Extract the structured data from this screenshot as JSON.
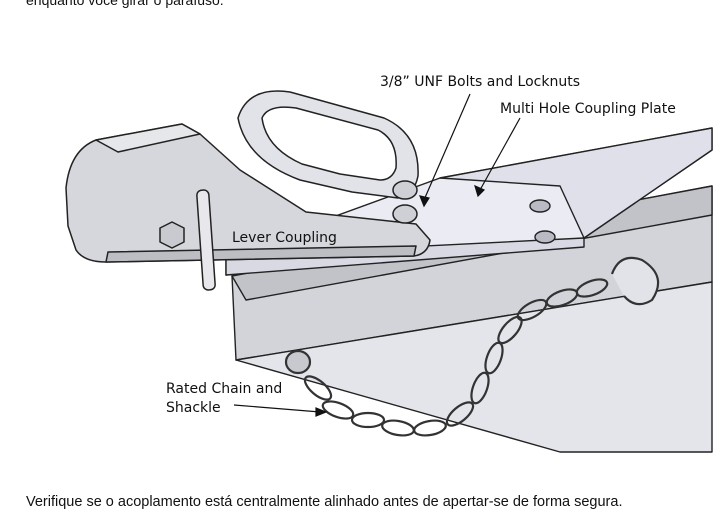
{
  "top_caption": "enquanto você girar o parafuso.",
  "figure": {
    "labels": {
      "bolts": "3/8” UNF Bolts and Locknuts",
      "plate": "Multi Hole Coupling Plate",
      "lever": "Lever Coupling",
      "chain_line1": "Rated Chain and",
      "chain_line2": "Shackle"
    }
  },
  "bottom_caption": "Verifique se o acoplamento está centralmente alinhado antes de apertar-se de forma segura."
}
